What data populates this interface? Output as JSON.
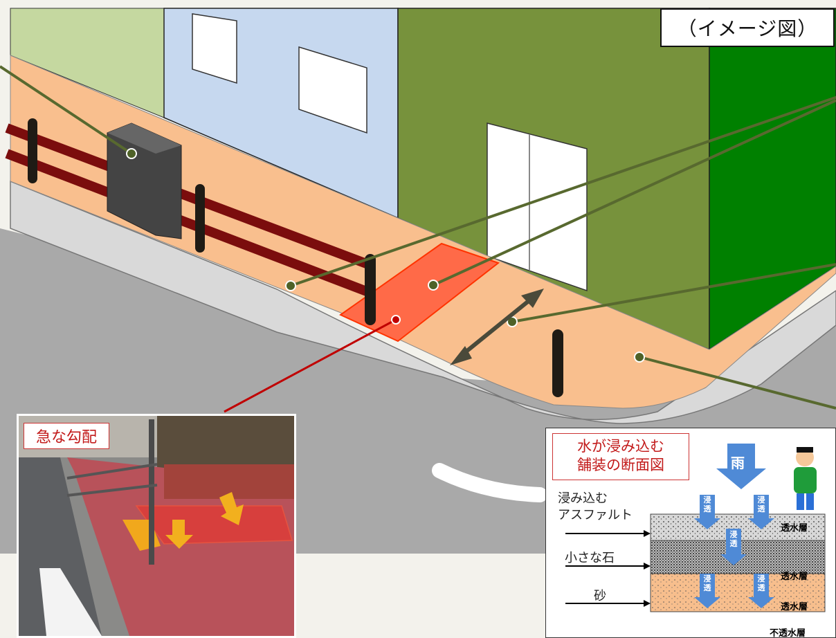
{
  "title": "（イメージ図）",
  "photo": {
    "label": "急な勾配"
  },
  "cross_section": {
    "title_line1": "水が浸み込む",
    "title_line2": "舗装の断面図",
    "rain_label": "雨",
    "left_labels": {
      "asphalt_line1": "浸み込む",
      "asphalt_line2": "アスファルト",
      "small_stone": "小さな石",
      "sand": "砂"
    },
    "infiltration_label": "浸透",
    "permeable_layer": "透水層",
    "impermeable_layer": "不透水層"
  },
  "colors": {
    "sidewalk": "#f9bf8e",
    "fence": "#7b0d0d",
    "callout_line": "#58692f",
    "highlight": "#ff5533",
    "building_green": "#77923c",
    "building_blue": "#c6d8ef",
    "road": "#a8a8a8"
  }
}
